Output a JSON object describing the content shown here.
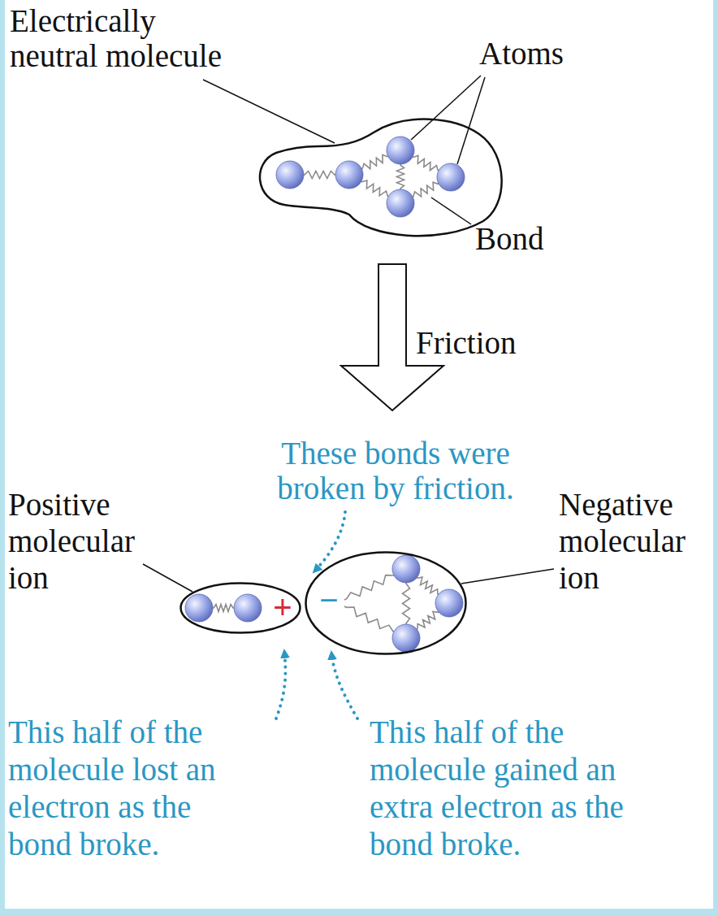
{
  "diagram": {
    "nodes": [
      {
        "text": [
          "+"
        ]
      },
      {
        "text": [
          "−"
        ]
      }
    ],
    "labels": [
      "Electrically neutral molecule",
      "Atoms",
      "Bond",
      "Friction",
      "These bonds were broken by friction.",
      "Positive molecular ion",
      "Negative molecular ion",
      "This half of the molecule lost an electron as the bond broke.",
      "This half of the molecule gained an extra electron as the bond broke."
    ]
  }
}
